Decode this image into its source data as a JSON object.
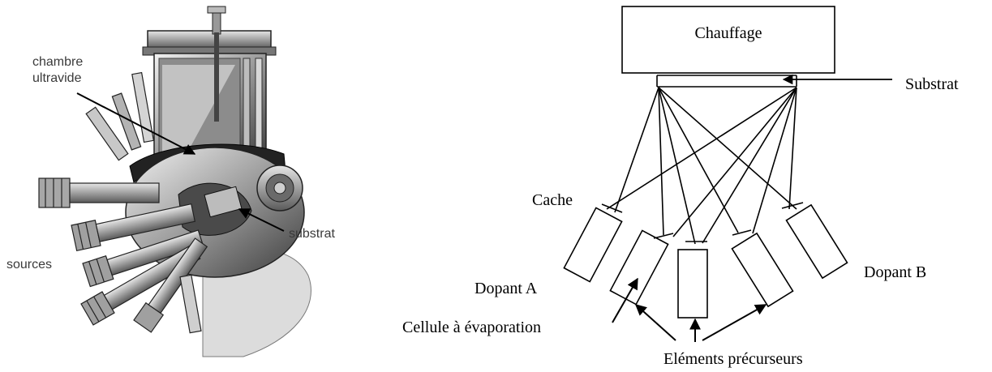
{
  "left_figure": {
    "label_chamber": [
      "chambre",
      "ultravide"
    ],
    "label_substrate": "substrat",
    "label_sources": "sources"
  },
  "right_figure": {
    "heater_label": "Chauffage",
    "substrate_label": "Substrat",
    "shutter_label": "Cache",
    "dopant_a_label": "Dopant  A",
    "dopant_b_label": "Dopant B",
    "cell_label": "Cellule à évaporation",
    "precursors_label": "Eléments précurseurs"
  }
}
